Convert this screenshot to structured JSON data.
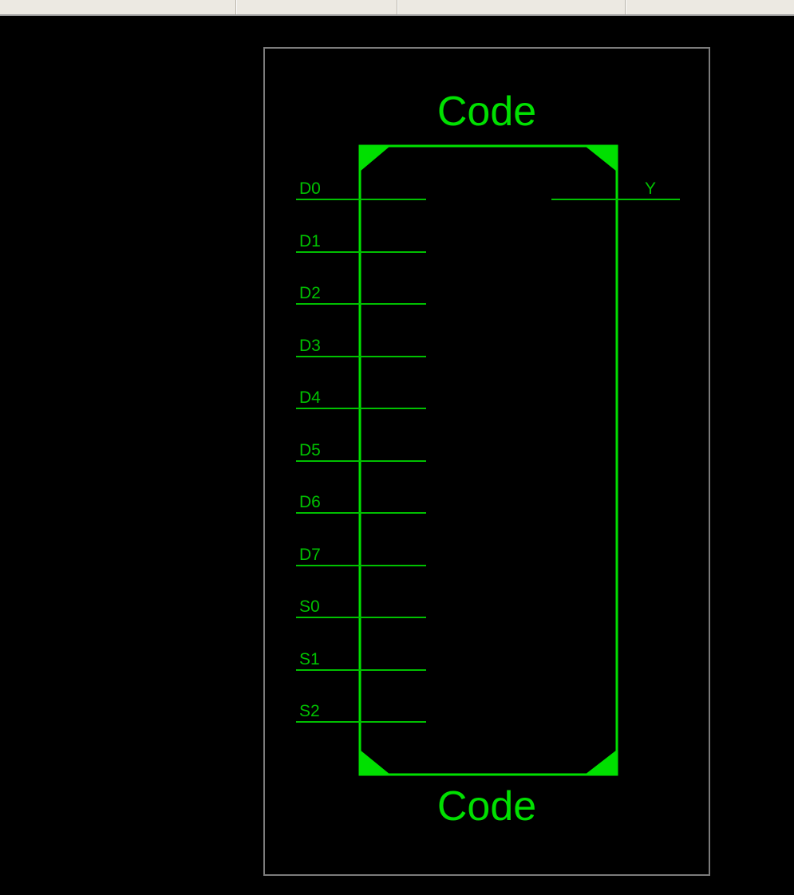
{
  "symbol": {
    "title_top": "Code",
    "title_bottom": "Code",
    "input_pins": [
      "D0",
      "D1",
      "D2",
      "D3",
      "D4",
      "D5",
      "D6",
      "D7",
      "S0",
      "S1",
      "S2"
    ],
    "output_pins": [
      "Y"
    ]
  },
  "colors": {
    "background": "#000000",
    "frame": "#7c7c7c",
    "outline": "#00e000",
    "pin": "#00c000"
  }
}
